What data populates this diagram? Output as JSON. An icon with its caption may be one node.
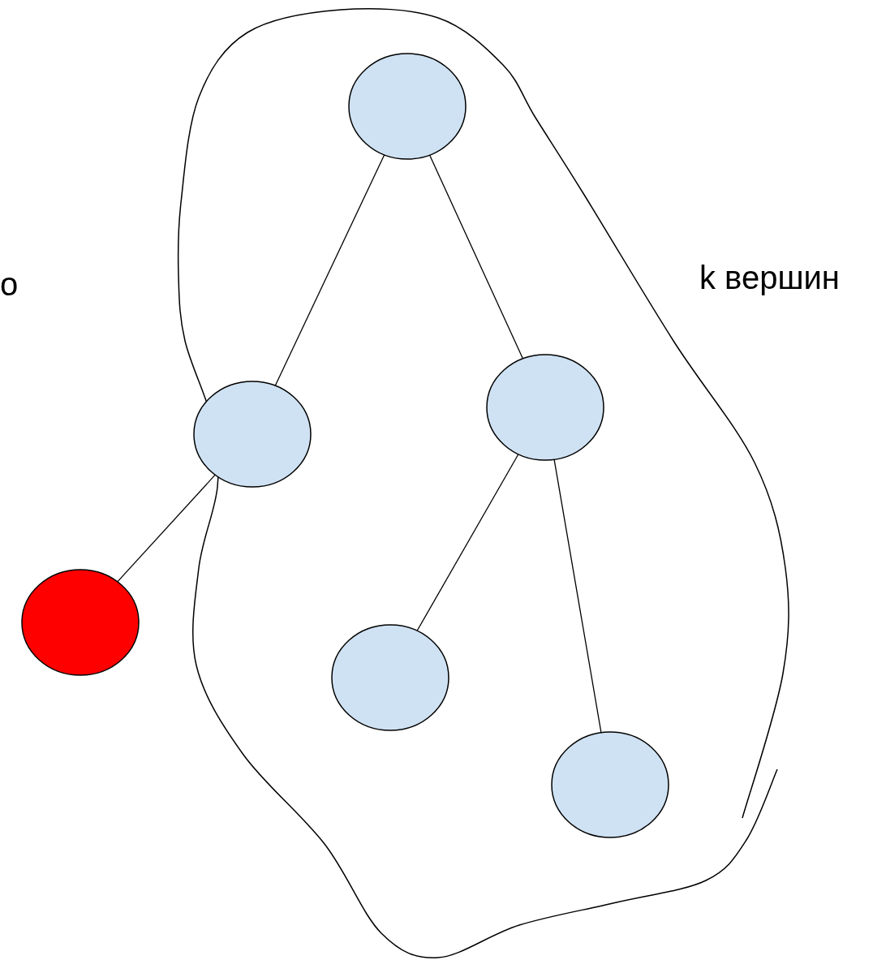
{
  "diagram": {
    "nodes": [
      {
        "text": [],
        "shape": "circle"
      },
      {
        "text": [],
        "shape": "circle"
      },
      {
        "text": [],
        "shape": "circle"
      },
      {
        "text": [],
        "shape": "circle"
      },
      {
        "text": [],
        "shape": "circle"
      },
      {
        "text": [],
        "shape": "circle"
      }
    ],
    "edges": [
      {
        "from": 0,
        "to": 1,
        "arrow": "none"
      },
      {
        "from": 0,
        "to": 2,
        "arrow": "none"
      },
      {
        "from": 1,
        "to": 3,
        "arrow": "none"
      },
      {
        "from": 2,
        "to": 4,
        "arrow": "none"
      },
      {
        "from": 2,
        "to": 5,
        "arrow": "none"
      }
    ],
    "labels": [
      "o",
      "k вершин"
    ]
  }
}
